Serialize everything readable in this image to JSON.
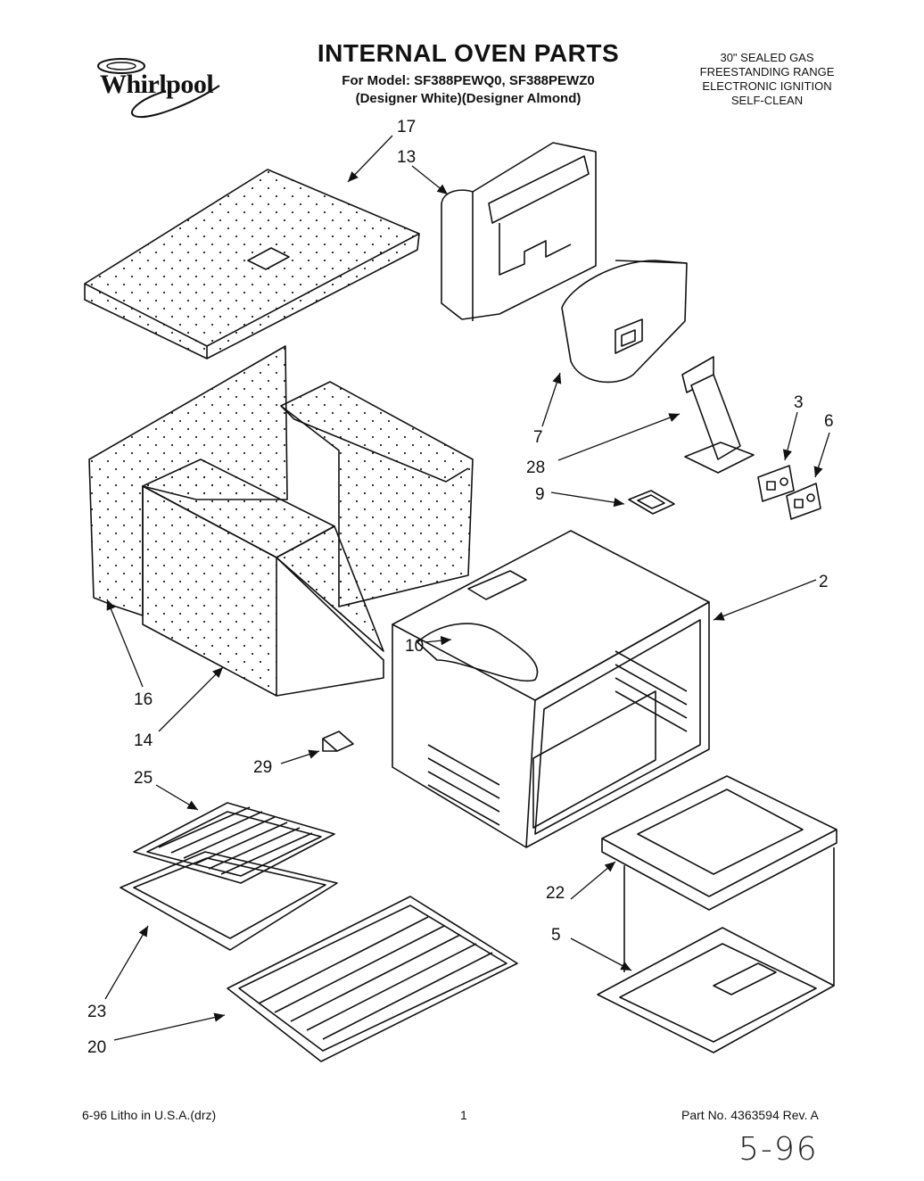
{
  "header": {
    "brand": "Whirlpool",
    "title": "INTERNAL OVEN PARTS",
    "model_line": "For Model: SF388PEWQ0, SF388PEWZ0",
    "finish_line": "(Designer White)(Designer Almond)",
    "description": [
      "30\" SEALED GAS",
      "FREESTANDING RANGE",
      "ELECTRONIC IGNITION",
      "SELF-CLEAN"
    ]
  },
  "callouts": {
    "c17": "17",
    "c13": "13",
    "c7": "7",
    "c28": "28",
    "c3": "3",
    "c6": "6",
    "c9": "9",
    "c2": "2",
    "c10": "10",
    "c16": "16",
    "c14": "14",
    "c29": "29",
    "c25": "25",
    "c22": "22",
    "c5": "5",
    "c23": "23",
    "c20": "20"
  },
  "footer": {
    "left": "6-96 Litho in U.S.A.(drz)",
    "page": "1",
    "part_no": "Part No. 4363594 Rev. A",
    "handwritten": "5-96"
  }
}
